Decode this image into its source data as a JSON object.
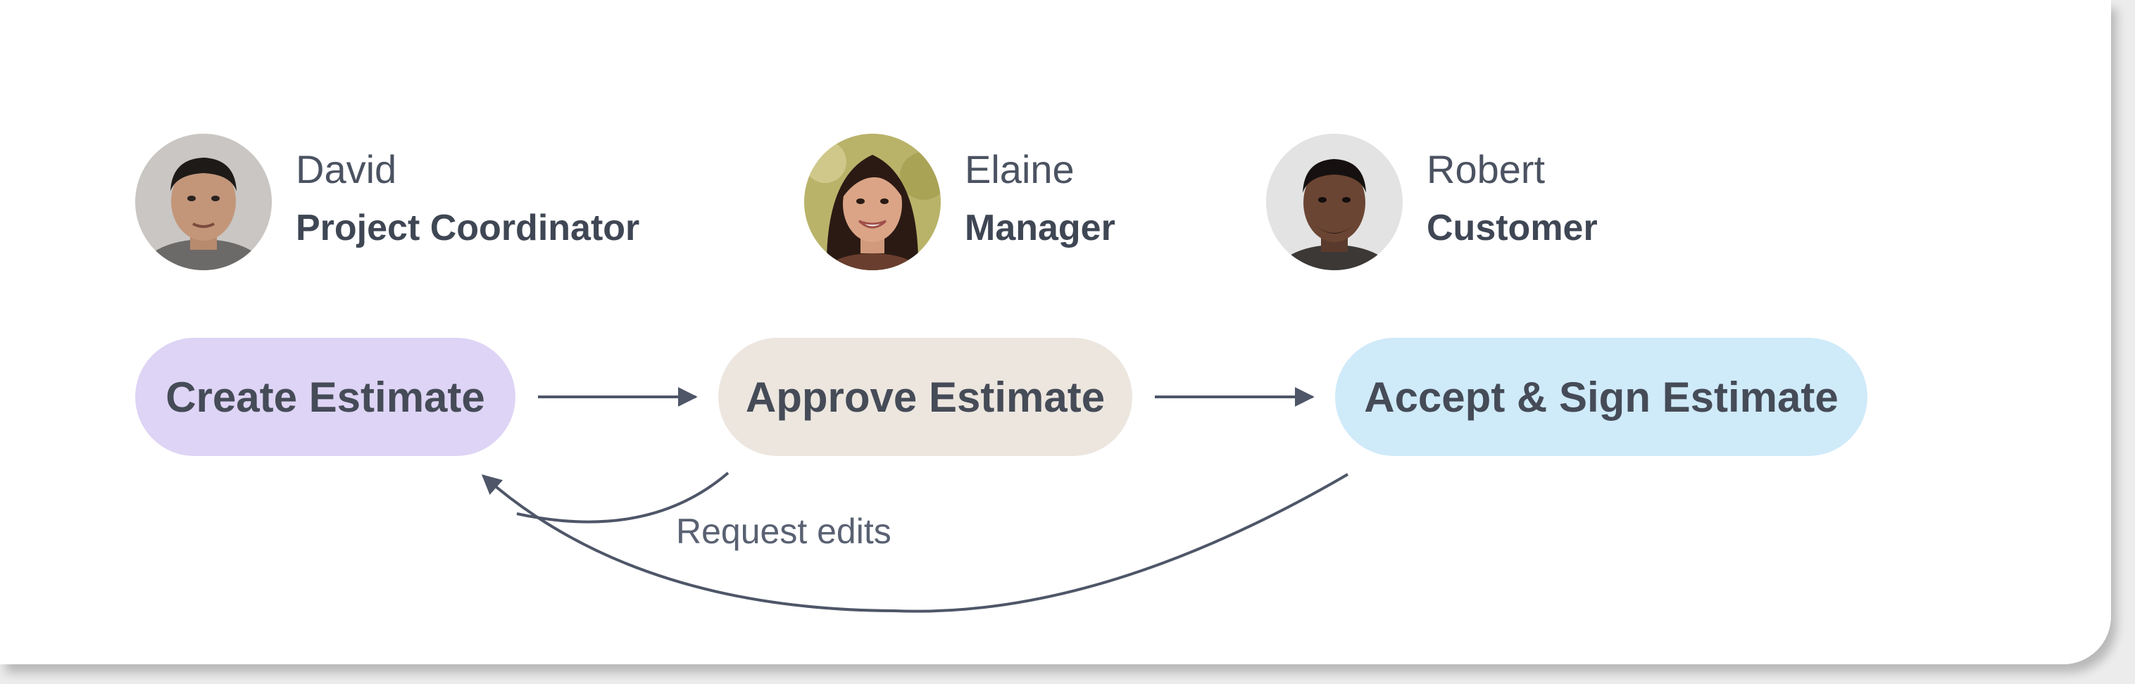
{
  "people": [
    {
      "name": "David",
      "role": "Project Coordinator",
      "avatar_icon": "person-avatar-icon"
    },
    {
      "name": "Elaine",
      "role": "Manager",
      "avatar_icon": "person-avatar-icon"
    },
    {
      "name": "Robert",
      "role": "Customer",
      "avatar_icon": "person-avatar-icon"
    }
  ],
  "steps": [
    {
      "label": "Create Estimate",
      "color": "#ded4f5"
    },
    {
      "label": "Approve Estimate",
      "color": "#ece6df"
    },
    {
      "label": "Accept & Sign Estimate",
      "color": "#cfeaf9"
    }
  ],
  "return_edge": {
    "label": "Request edits"
  },
  "colors": {
    "arrow": "#4e5668",
    "text": "#454b57"
  }
}
